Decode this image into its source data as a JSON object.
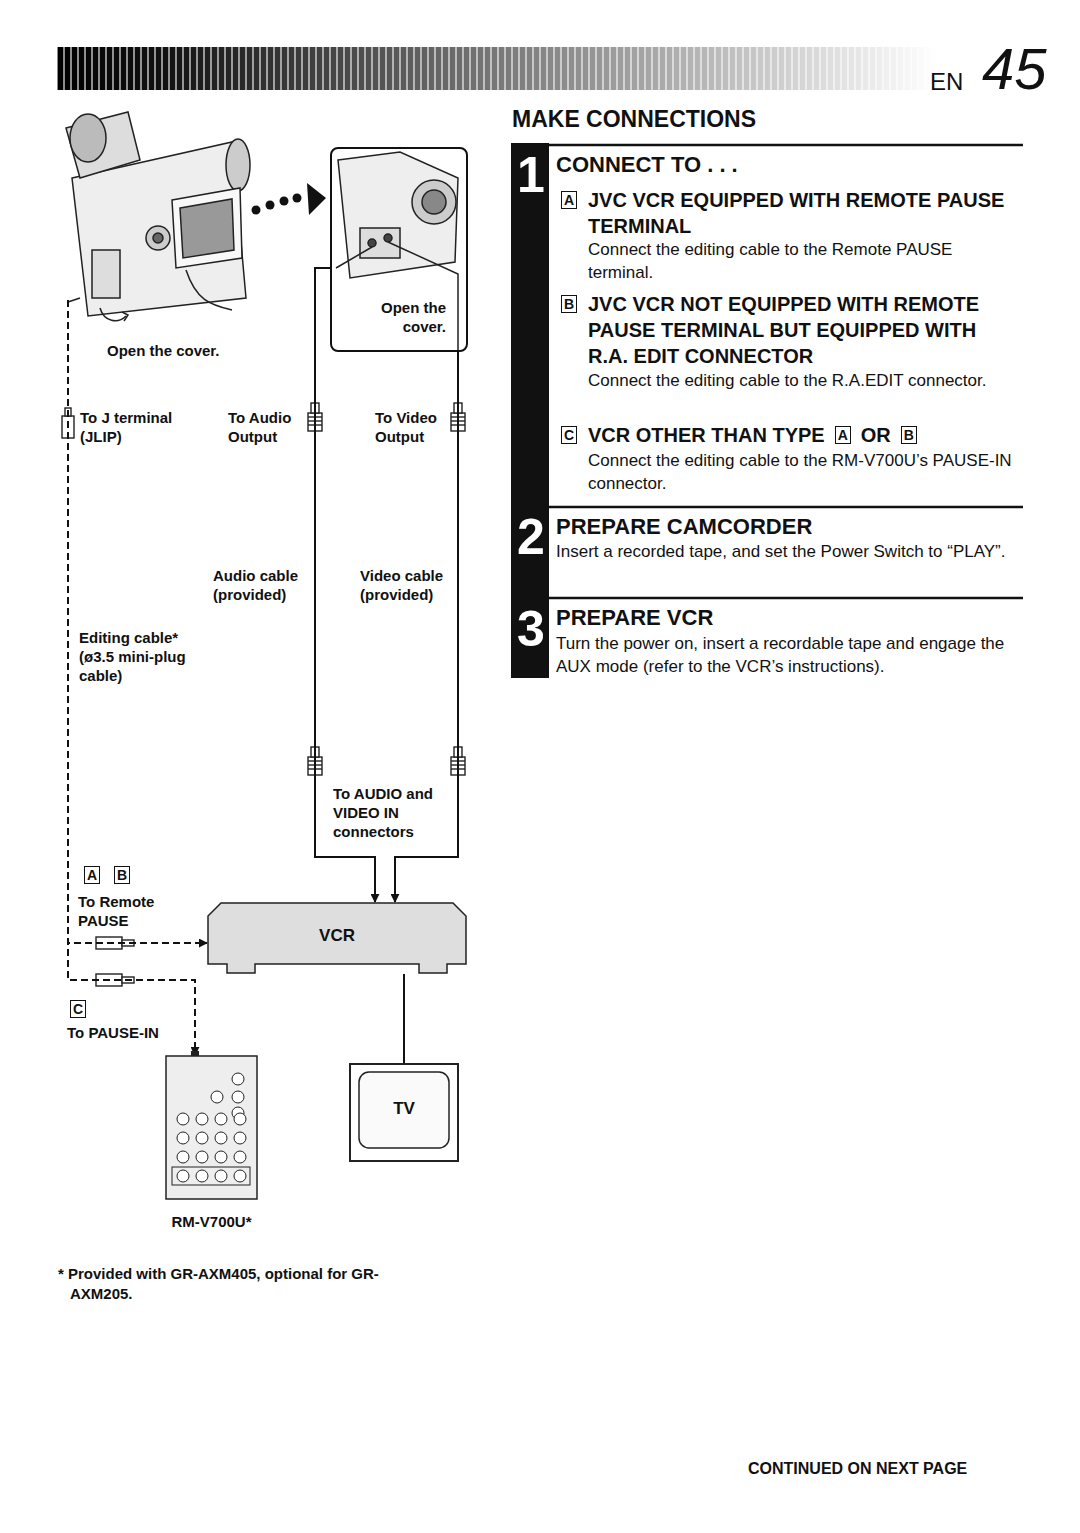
{
  "diagram": {
    "title": "MAKE CONNECTIONS",
    "nodes": [
      {
        "text": [
          "Open the cover."
        ]
      },
      {
        "text": [
          "Open the cover."
        ]
      },
      {
        "text": [
          "VCR"
        ]
      },
      {
        "text": [
          "RM-V700U*"
        ]
      },
      {
        "text": [
          "TV"
        ]
      }
    ],
    "edges": [
      {
        "from": 0,
        "to": 2,
        "arrow": "to"
      },
      {
        "from": 0,
        "to": 3,
        "arrow": "to"
      },
      {
        "from": 1,
        "to": 2,
        "arrow": "to"
      },
      {
        "from": 1,
        "to": 2,
        "arrow": "to"
      },
      {
        "from": 2,
        "to": 4,
        "arrow": "none"
      }
    ],
    "labels": [
      "EN",
      "45",
      "To J terminal (JLIP)",
      "To Audio Output",
      "To Video Output",
      "Audio cable (provided)",
      "Video cable (provided)",
      "Editing cable* (ø3.5 mini-plug cable)",
      "To AUDIO and VIDEO IN connectors",
      "A",
      "B",
      "To Remote PAUSE",
      "C",
      "To PAUSE-IN",
      "* Provided with GR-AXM405, optional for GR-AXM205.",
      "1",
      "CONNECT TO . . .",
      "A",
      "JVC VCR EQUIPPED WITH REMOTE PAUSE TERMINAL",
      "Connect the editing cable to the Remote PAUSE terminal.",
      "B",
      "JVC VCR NOT EQUIPPED WITH REMOTE PAUSE TERMINAL BUT EQUIPPED WITH R.A. EDIT CONNECTOR",
      "Connect the editing cable to the R.A.EDIT connector.",
      "C",
      "VCR OTHER THAN TYPE",
      "A",
      "OR",
      "B",
      "Connect the editing cable to the RM-V700U’s PAUSE-IN connector.",
      "2",
      "PREPARE CAMCORDER",
      "Insert a recorded tape, and set the Power Switch to “PLAY”.",
      "3",
      "PREPARE VCR",
      "Turn the power on, insert a recordable tape and engage the AUX mode (refer to the VCR’s instructions).",
      "CONTINUED ON NEXT PAGE"
    ]
  }
}
